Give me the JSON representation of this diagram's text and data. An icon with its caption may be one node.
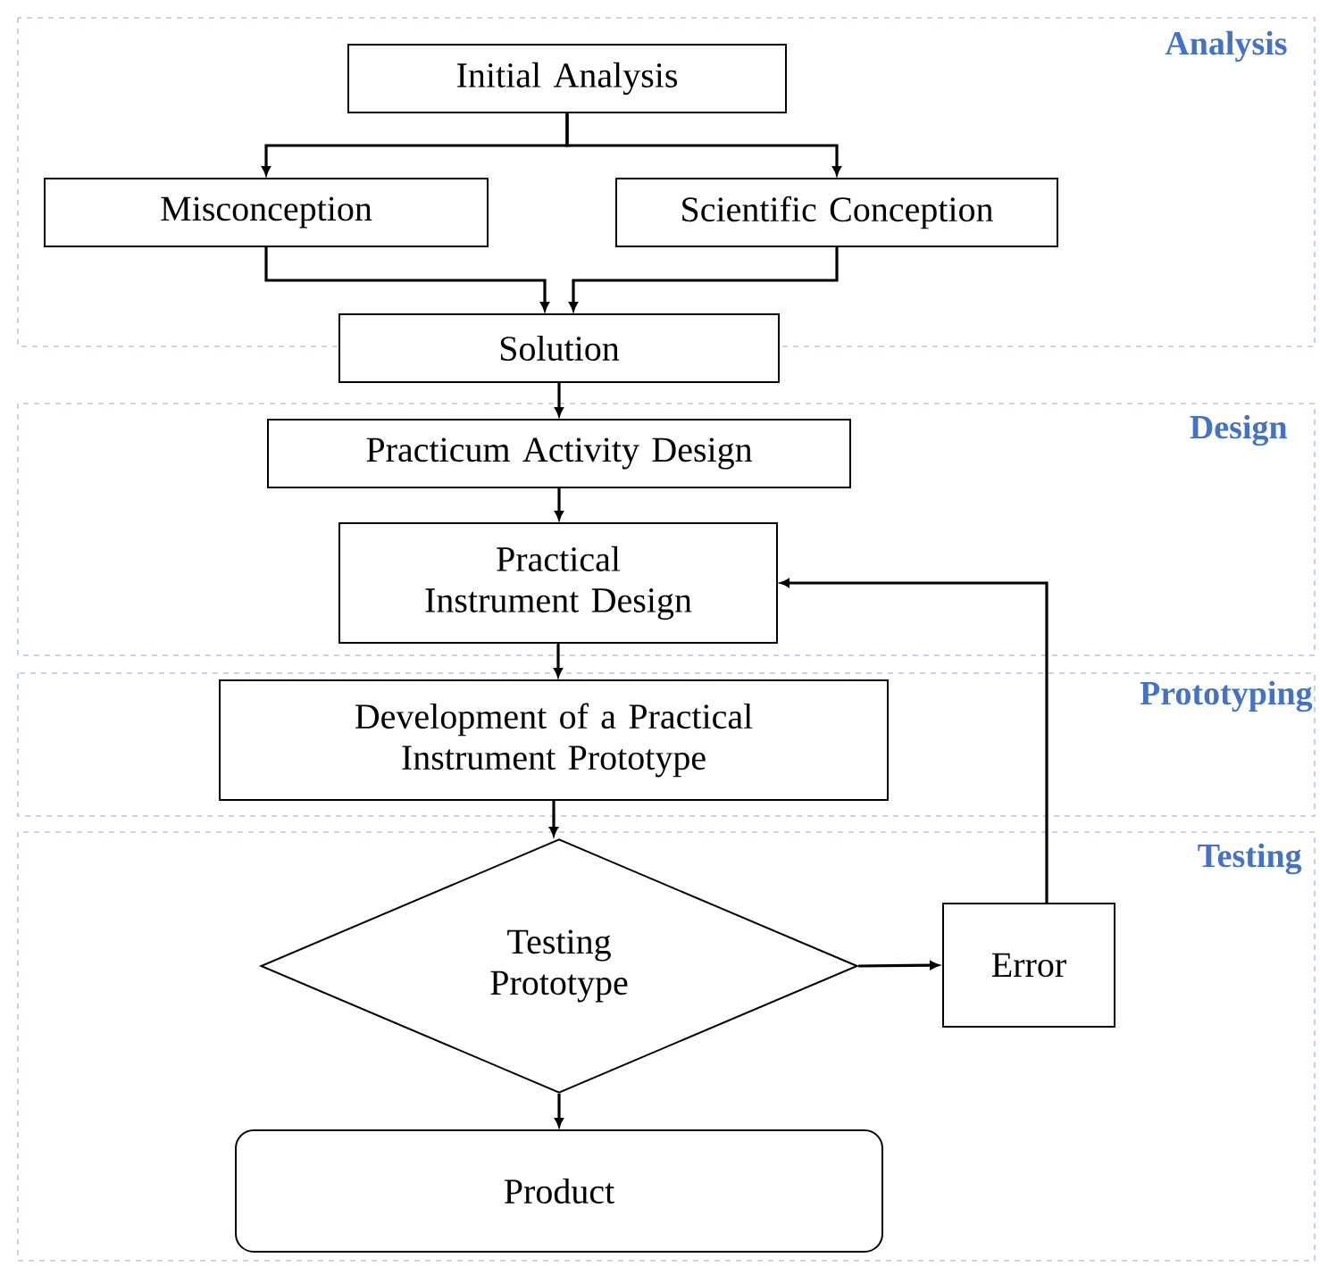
{
  "diagram": {
    "nodes": [
      {
        "text": [
          "Analysis"
        ]
      },
      {
        "text": [
          "Initial Analysis"
        ],
        "in": 0
      },
      {
        "text": [
          "Misconception"
        ],
        "in": 0
      },
      {
        "text": [
          "Scientific Conception"
        ],
        "in": 0
      },
      {
        "text": [
          "Solution"
        ]
      },
      {
        "text": [
          "Design"
        ]
      },
      {
        "text": [
          "Practicum Activity Design"
        ],
        "in": 5
      },
      {
        "text": [
          "Practical Instrument Design"
        ],
        "in": 5
      },
      {
        "text": [
          "Prototyping"
        ]
      },
      {
        "text": [
          "Development of a Practical Instrument Prototype"
        ],
        "in": 8
      },
      {
        "text": [
          "Testing"
        ]
      },
      {
        "text": [
          "Testing Prototype"
        ],
        "in": 10
      },
      {
        "text": [
          "Error"
        ],
        "in": 10
      },
      {
        "text": [
          "Product"
        ],
        "in": 10
      }
    ],
    "edges": [
      {
        "from": 1,
        "to": 2,
        "arrow": "to"
      },
      {
        "from": 1,
        "to": 3,
        "arrow": "to"
      },
      {
        "from": 2,
        "to": 4,
        "arrow": "to"
      },
      {
        "from": 3,
        "to": 4,
        "arrow": "to"
      },
      {
        "from": 4,
        "to": 6,
        "arrow": "to"
      },
      {
        "from": 6,
        "to": 7,
        "arrow": "to"
      },
      {
        "from": 7,
        "to": 9,
        "arrow": "to"
      },
      {
        "from": 9,
        "to": 11,
        "arrow": "to"
      },
      {
        "from": 11,
        "to": 12,
        "arrow": "to"
      },
      {
        "from": 12,
        "to": 7,
        "arrow": "to"
      },
      {
        "from": 11,
        "to": 13,
        "arrow": "to"
      }
    ]
  }
}
